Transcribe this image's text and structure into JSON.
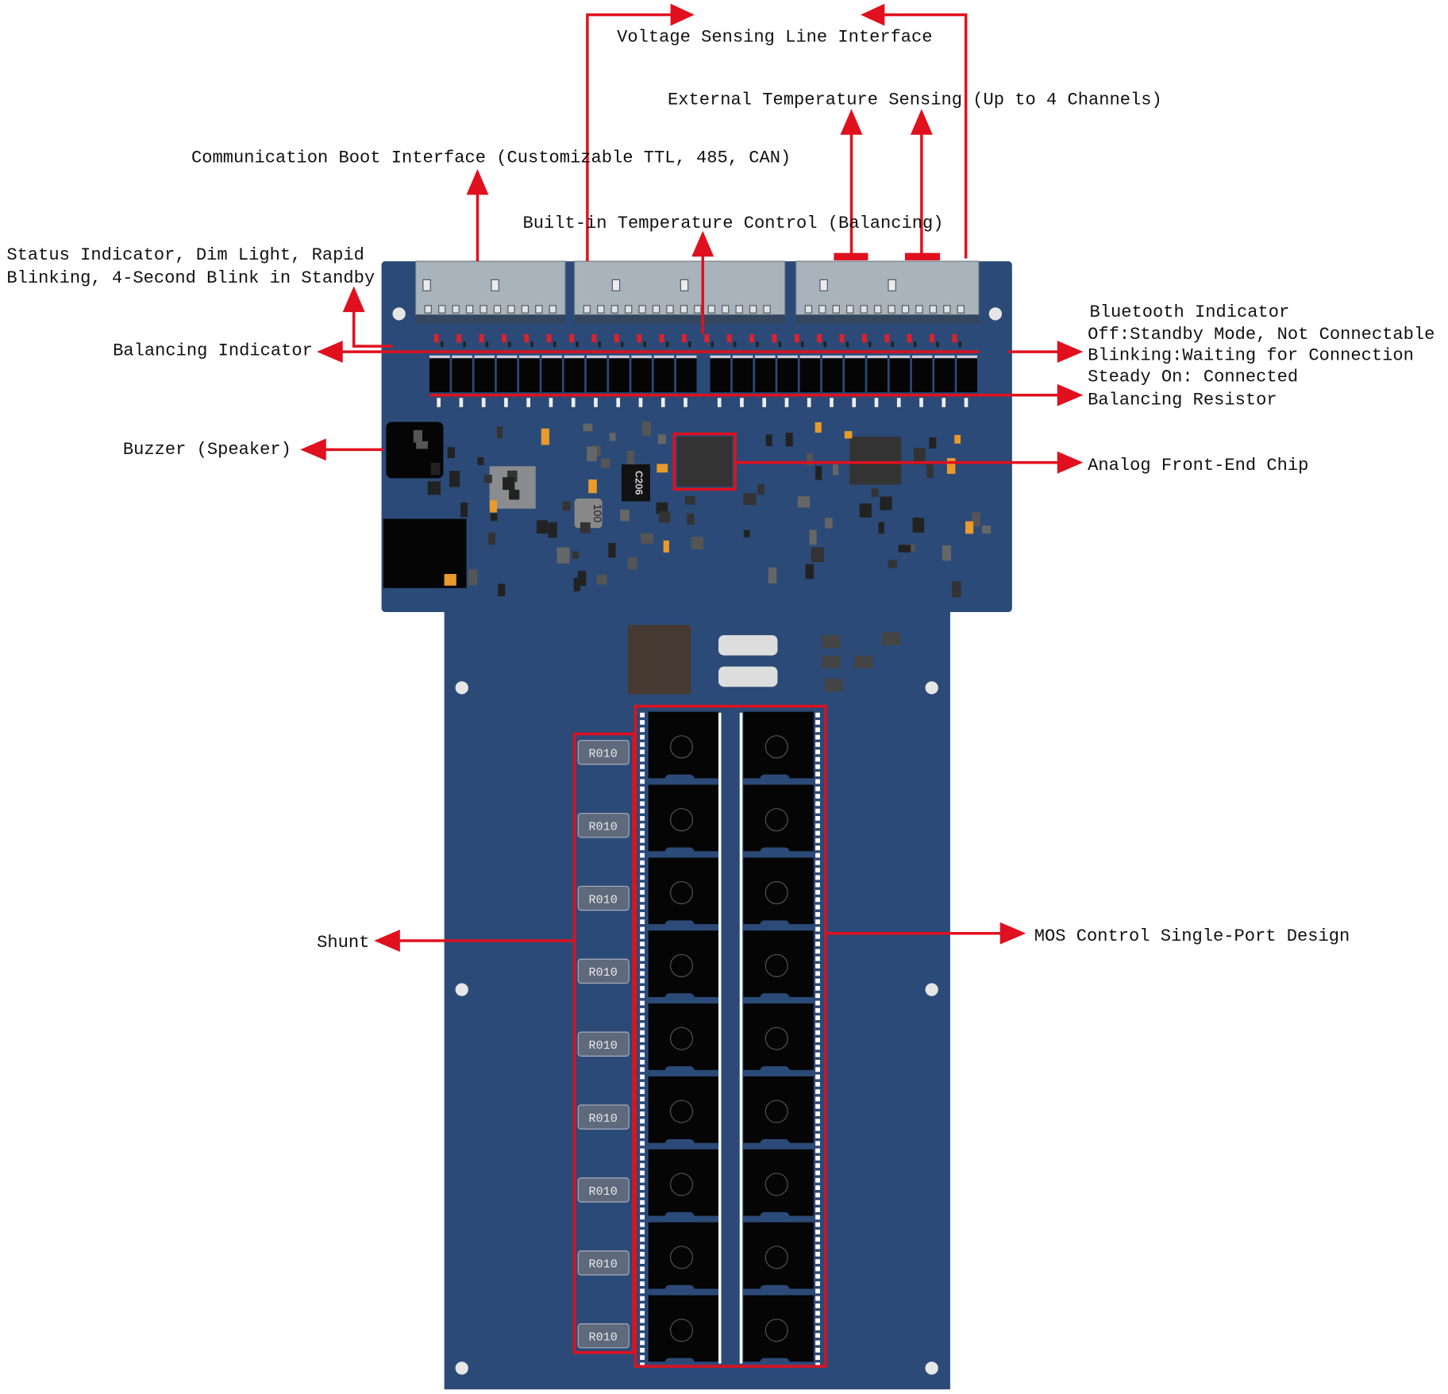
{
  "colors": {
    "board": "#2b4a77",
    "annotation": "#e0101e",
    "connector": "#a8b3bc"
  },
  "labels": {
    "voltage_sensing": "Voltage Sensing Line Interface",
    "external_temp": "External Temperature Sensing (Up to 4 Channels)",
    "comm_boot": "Communication Boot Interface (Customizable TTL, 485, CAN)",
    "builtin_temp": "Built-in Temperature Control (Balancing)",
    "status_line1": "Status Indicator, Dim Light, Rapid",
    "status_line2": "Blinking, 4-Second Blink in Standby",
    "balancing_indicator": "Balancing Indicator",
    "bluetooth": [
      "Bluetooth Indicator",
      "Off:Standby Mode, Not Connectable",
      "Blinking:Waiting for Connection",
      "Steady On: Connected"
    ],
    "balancing_resistor": "Balancing Resistor",
    "buzzer": "Buzzer (Speaker)",
    "afe": "Analog Front-End Chip",
    "shunt": "Shunt",
    "mos": "MOS Control  Single-Port Design"
  },
  "board": {
    "shunt_marking": "R010",
    "inductor_marking": "100",
    "chip_marking": "C206"
  }
}
